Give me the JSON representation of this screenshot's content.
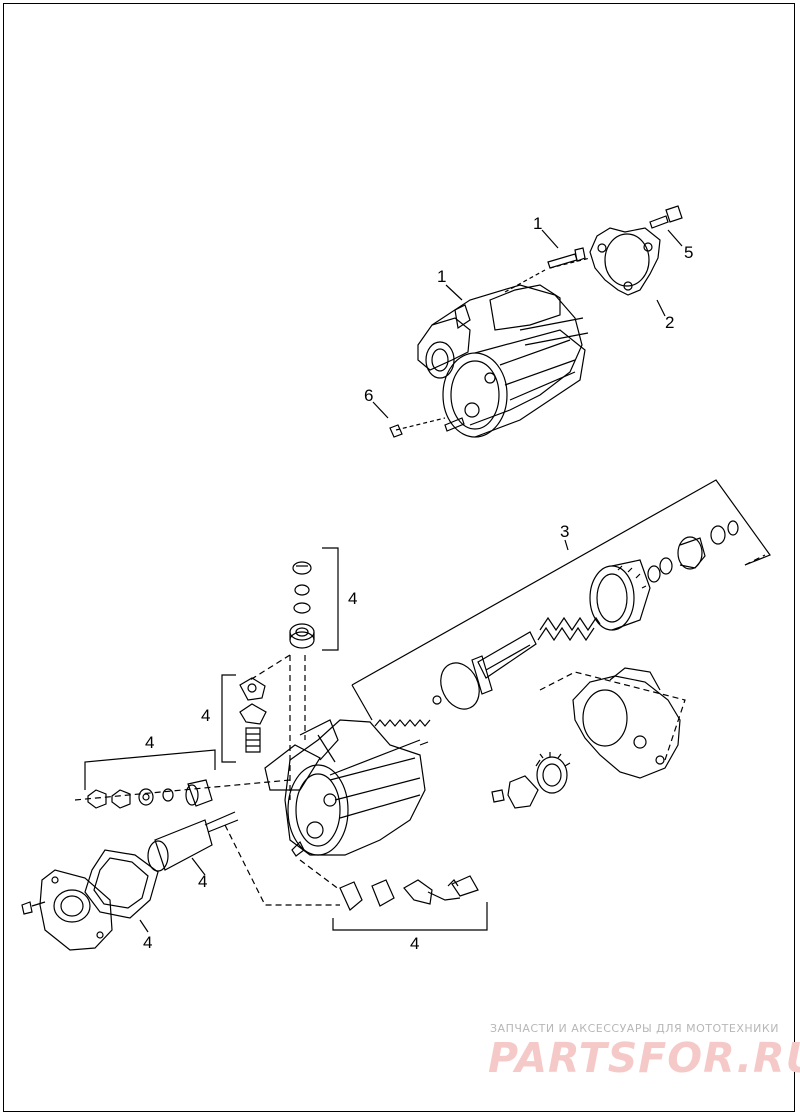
{
  "callouts": {
    "c1a": "1",
    "c1b": "1",
    "c2": "2",
    "c5": "5",
    "c6": "6",
    "c3": "3",
    "c4_top": "4",
    "c4_left": "4",
    "c4_nuts": "4",
    "c4_solenoid": "4",
    "c4_cover": "4",
    "c4_bottom": "4"
  },
  "watermark": {
    "tagline": "ЗАПЧАСТИ И АКСЕССУАРЫ ДЛЯ МОТОТЕХНИКИ",
    "logo": "PARTSFOR.RU"
  },
  "colors": {
    "line": "#000000",
    "background": "#ffffff",
    "watermark_text": "#b7b7b7",
    "watermark_logo": "#f6c9c9"
  }
}
